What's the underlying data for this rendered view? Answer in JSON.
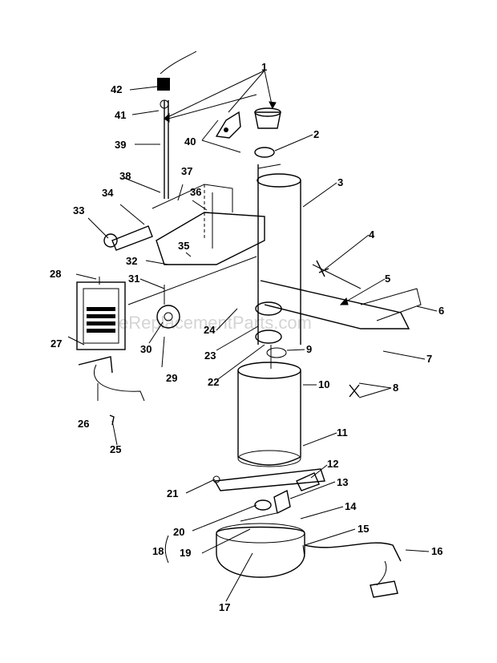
{
  "watermark": "eReplacementParts.com",
  "colors": {
    "ink": "#000000",
    "paper": "#ffffff",
    "watermark": "#d4d4d4"
  },
  "callouts": [
    "1",
    "2",
    "3",
    "4",
    "5",
    "6",
    "7",
    "8",
    "9",
    "10",
    "11",
    "12",
    "13",
    "14",
    "15",
    "16",
    "17",
    "18",
    "19",
    "20",
    "21",
    "22",
    "23",
    "24",
    "25",
    "26",
    "27",
    "28",
    "29",
    "30",
    "31",
    "32",
    "33",
    "34",
    "35",
    "36",
    "37",
    "38",
    "39",
    "40",
    "41",
    "42"
  ]
}
